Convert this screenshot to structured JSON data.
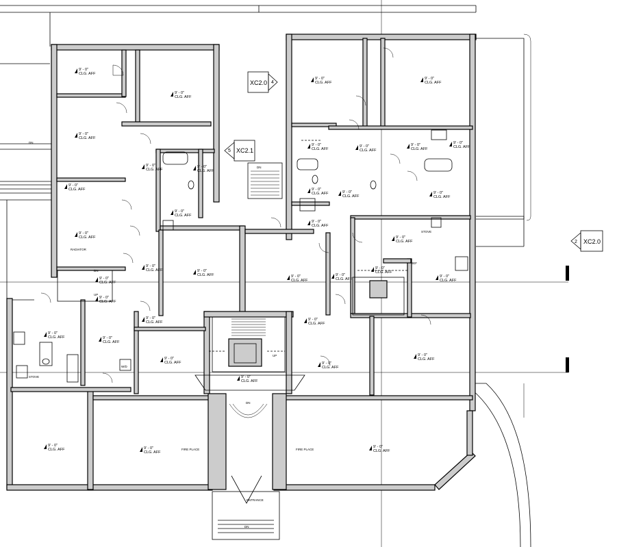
{
  "section_tags": [
    {
      "code": "XC2.0",
      "number": "4"
    },
    {
      "code": "XC2.1",
      "number": "5"
    },
    {
      "code": "XC2.0",
      "number": "2"
    }
  ],
  "ceiling_marks": [
    {
      "height": "9' - 0\"",
      "note": "CLG. AFF"
    },
    {
      "height": "9' - 0\"",
      "note": "CLG. AFF"
    },
    {
      "height": "9' - 0\"",
      "note": "CLG. AFF"
    },
    {
      "height": "9' - 0\"",
      "note": "CLG. AFF"
    },
    {
      "height": "9' - 0\"",
      "note": "CLG. AFF"
    },
    {
      "height": "9' - 0\"",
      "note": "CLG. AFF"
    },
    {
      "height": "9' - 0\"",
      "note": "CLG. AFF"
    },
    {
      "height": "9' - 0\"",
      "note": "CLG. AFF"
    },
    {
      "height": "9' - 0\"",
      "note": "CLG. AFF"
    },
    {
      "height": "9' - 0\"",
      "note": "CLG. AFF"
    },
    {
      "height": "9' - 0\"",
      "note": "CLG. AFF"
    },
    {
      "height": "9' - 0\"",
      "note": "CLG. AFF"
    },
    {
      "height": "9' - 0\"",
      "note": "CLG. AFF"
    },
    {
      "height": "9' - 0\"",
      "note": "CLG. AFF"
    },
    {
      "height": "9' - 0\"",
      "note": "CLG. AFF"
    },
    {
      "height": "9' - 0\"",
      "note": "CLG. AFF"
    },
    {
      "height": "9' - 0\"",
      "note": "CLG. AFF"
    },
    {
      "height": "9' - 0\"",
      "note": "CLG. AFF"
    },
    {
      "height": "9' - 0\"",
      "note": "CLG. AFF"
    },
    {
      "height": "9' - 0\"",
      "note": "CLG. AFF"
    },
    {
      "height": "9' - 0\"",
      "note": "CLG. AFF"
    },
    {
      "height": "9' - 0\"",
      "note": "CLG. AFF"
    },
    {
      "height": "9' - 0\"",
      "note": "CLG. AFF"
    },
    {
      "height": "9' - 0\"",
      "note": "CLG. AFF"
    },
    {
      "height": "9' - 0\"",
      "note": "CLG. AFF"
    },
    {
      "height": "9' - 0\"",
      "note": "CLG. AFF"
    },
    {
      "height": "9' - 0\"",
      "note": "CLG. AFF"
    },
    {
      "height": "9' - 0\"",
      "note": "CLG. AFF"
    },
    {
      "height": "9' - 0\"",
      "note": "CLG. AFF"
    },
    {
      "height": "9' - 0\"",
      "note": "CLG. AFF"
    },
    {
      "height": "9' - 0\"",
      "note": "CLG. AFF"
    },
    {
      "height": "9' - 0\"",
      "note": "CLG. AFF"
    },
    {
      "height": "9' - 0\"",
      "note": "CLG. AFF"
    },
    {
      "height": "9' - 0\"",
      "note": "CLG. AFF"
    },
    {
      "height": "9' - 0\"",
      "note": "CLG. AFF"
    },
    {
      "height": "9' - 0\"",
      "note": "CLG. AFF"
    },
    {
      "height": "9' - 0\"",
      "note": "CLG. AFF"
    },
    {
      "height": "9' - 0\"",
      "note": "CLG. AFF"
    }
  ],
  "stair_labels": {
    "dn": "DN",
    "up": "UP"
  },
  "notes": {
    "radiator": "RADIATOR",
    "fireplace": "FIRE PLACE",
    "stove": "STOVE",
    "ref": "REF",
    "wd": "W/D",
    "entrance": "ENTRANCE"
  }
}
